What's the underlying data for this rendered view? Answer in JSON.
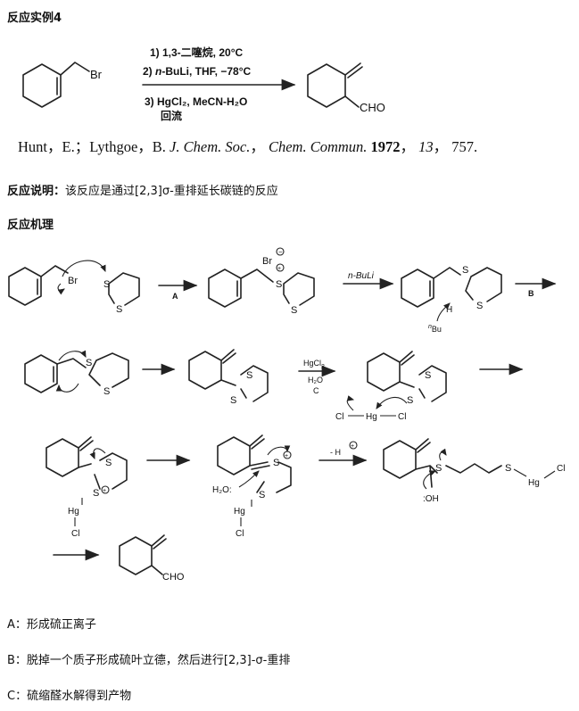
{
  "example_title": "反应实例4",
  "conditions": {
    "c1": "1) 1,3-二噻烷, 20°C",
    "c2_prefix": "2) ",
    "c2_nbuli": "n",
    "c2_rest": "-BuLi, THF, −78°C",
    "c3": "3) HgCl₂, MeCN-H₂O",
    "c3b": "回流"
  },
  "citation": {
    "authors": "Hunt，E.；Lythgoe，B.",
    "journal1": "J. Chem. Soc.",
    "journal2": "Chem. Commun.",
    "year": "1972",
    "volume": "13",
    "pages": "757."
  },
  "labels": {
    "br": "Br",
    "cho": "CHO",
    "s": "S",
    "brminus": "Br",
    "nbuli": "n-BuLi",
    "a": "A",
    "b": "B",
    "c": "C",
    "h": "H",
    "nbu": "Bu",
    "n_italic": "n",
    "hgcl2": "HgCl",
    "h2o": "H₂O",
    "cl": "Cl",
    "hg": "Hg",
    "minus_h": "- H",
    "h2o_colon": "H₂O:",
    "oh": ":OH"
  },
  "description_label": "反应说明：",
  "description_text": "该反应是通过[2,3]σ-重排延长碳链的反应",
  "mechanism_title": "反应机理",
  "notes": [
    "A：形成硫正离子",
    "B：脱掉一个质子形成硫叶立德，然后进行[2,3]-σ-重排",
    "C：硫缩醛水解得到产物"
  ]
}
